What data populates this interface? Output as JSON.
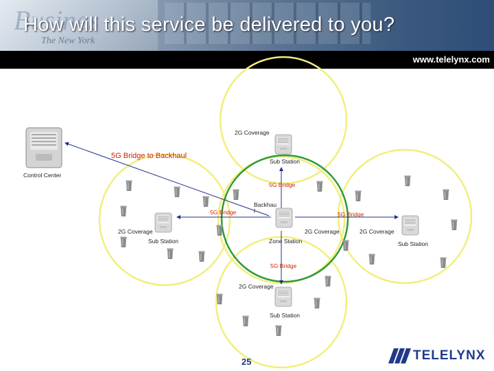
{
  "header": {
    "title": "How will this service be delivered to you?",
    "url": "www.telelynx.com"
  },
  "diagram": {
    "control_center": "Control Center",
    "bridge_to_backhaul": "5G Bridge to Backhaul",
    "top_coverage": "2G Coverage",
    "top_substation": "Sub Station",
    "top_bridge": "5G Bridge",
    "backhaul": "Backhau\nl",
    "left_bridge": "5G Bridge",
    "right_bridge": "5G Bridge",
    "left_coverage": "2G Coverage",
    "left_substation": "Sub Station",
    "center_coverage": "2G Coverage",
    "zone_station": "Zone Station",
    "right_coverage": "2G Coverage",
    "right_substation": "Sub Station",
    "bottom_bridge": "5G Bridge",
    "bottom_coverage": "2G Coverage",
    "bottom_substation": "Sub Station"
  },
  "colors": {
    "coverage": "#f2ee7a",
    "zone": "#2e9a3c",
    "link": "#1f2f8a"
  },
  "footer": {
    "page_number": "25",
    "logo_text": "TELELYNX"
  }
}
